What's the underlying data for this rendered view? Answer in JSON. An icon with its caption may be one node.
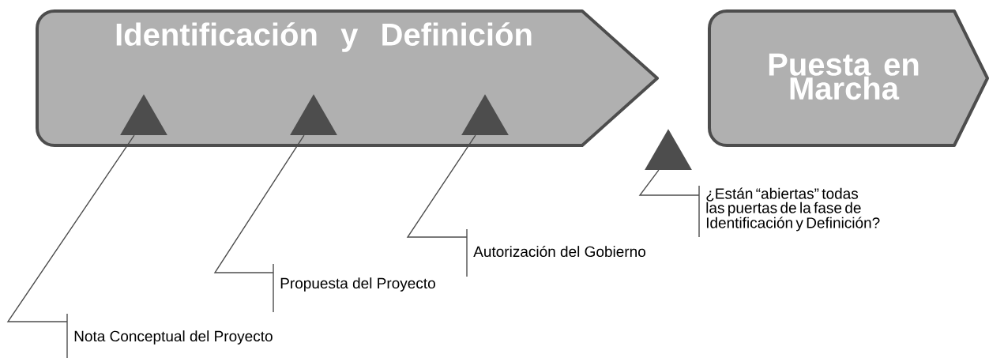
{
  "diagram": {
    "nodes": [
      {
        "text": [
          "Identificación y Definición"
        ]
      },
      {
        "text": [
          "Puesta en Marcha"
        ]
      },
      {
        "text": [],
        "shape": "triangle",
        "in": 0
      },
      {
        "text": [],
        "shape": "triangle",
        "in": 0
      },
      {
        "text": [],
        "shape": "triangle",
        "in": 0
      },
      {
        "text": [],
        "shape": "triangle"
      },
      {
        "text": [
          "Nota Conceptual del Proyecto"
        ]
      },
      {
        "text": [
          "Propuesta del Proyecto"
        ]
      },
      {
        "text": [
          "Autorización del Gobierno"
        ]
      },
      {
        "text": [
          "¿Están “abiertas” todas las puertas de la fase de Identificación y Definición?"
        ]
      }
    ],
    "edges": [
      {
        "from": 6,
        "to": 2,
        "arrow": "none"
      },
      {
        "from": 7,
        "to": 3,
        "arrow": "none"
      },
      {
        "from": 8,
        "to": 4,
        "arrow": "none"
      },
      {
        "from": 9,
        "to": 5,
        "arrow": "none"
      }
    ]
  }
}
